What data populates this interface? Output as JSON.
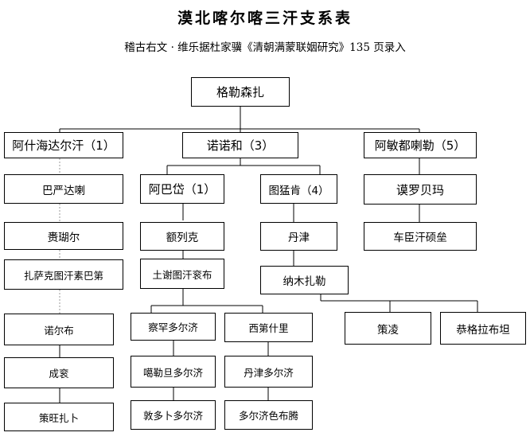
{
  "title": "漠北喀尔喀三汗支系表",
  "subtitle": "稽古右文 · 维乐据杜家骥《清朝满蒙联姻研究》135 页录入",
  "nodes": {
    "root": "格勒森扎",
    "abd": "阿什海达尔汗（1）",
    "nono": "诺诺和（3）",
    "amin": "阿敏都喇勒（5）",
    "bayan": "巴严达喇",
    "ebadai": "阿巴岱（1）",
    "tumeng": "图猛肯（4）",
    "moluo": "谟罗贝玛",
    "laihu": "赉瑚尔",
    "eliek": "额列克",
    "danjin": "丹津",
    "chechen": "车臣汗硕垒",
    "jasak": "扎萨克图汗素巴第",
    "tusheetu": "土谢图汗衮布",
    "namu": "纳木扎勒",
    "nuoerbu": "诺尔布",
    "chahan": "察罕多尔济",
    "xidi": "西第什里",
    "celing": "策凌",
    "cengge": "恭格拉布坦",
    "chengun": "成衮",
    "galdan": "噶勒旦多尔济",
    "danjin_d": "丹津多尔济",
    "cewang": "策旺扎卜",
    "dunduo": "敦多卜多尔济",
    "duoer": "多尔济色布腾"
  }
}
